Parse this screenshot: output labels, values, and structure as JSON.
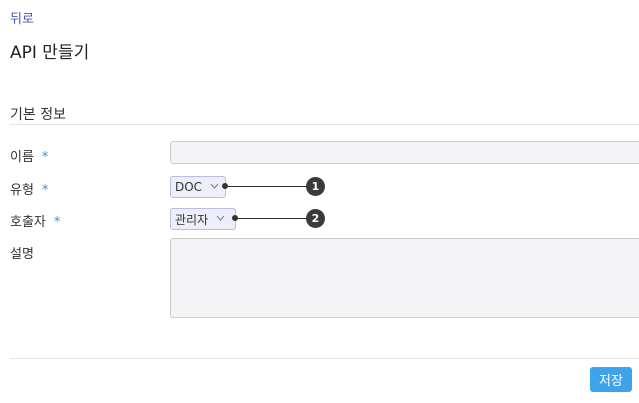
{
  "header": {
    "back_label": "뒤로",
    "title": "API 만들기"
  },
  "section": {
    "title": "기본 정보"
  },
  "form": {
    "required_mark": "*",
    "name": {
      "label": "이름",
      "value": ""
    },
    "type": {
      "label": "유형",
      "value": "DOC"
    },
    "caller": {
      "label": "호출자",
      "value": "관리자"
    },
    "description": {
      "label": "설명",
      "value": ""
    }
  },
  "annotations": [
    "1",
    "2"
  ],
  "footer": {
    "save_label": "저장"
  },
  "colors": {
    "accent": "#3ea3ea",
    "link": "#4a57b8",
    "required": "#3b8fe0",
    "select_bg": "#eceefb"
  }
}
